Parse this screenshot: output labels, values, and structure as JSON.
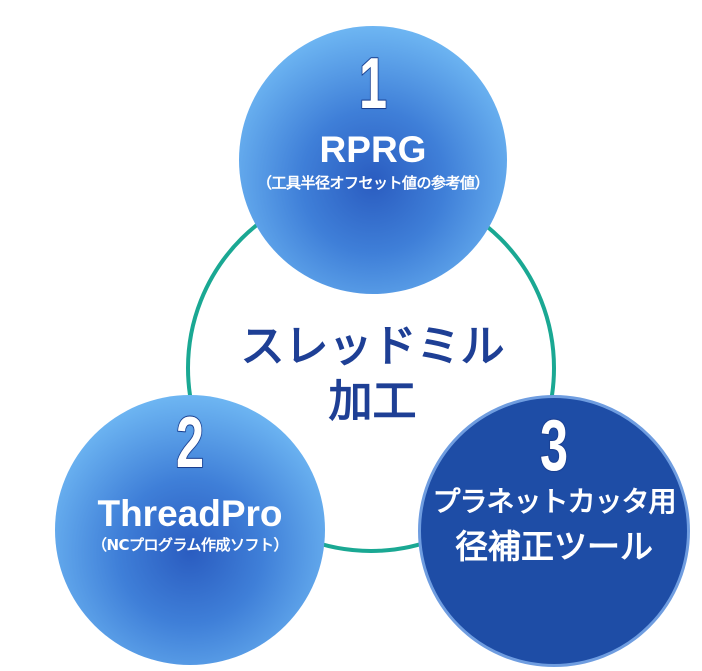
{
  "center": {
    "line1": "スレッドミル",
    "line2": "加工"
  },
  "items": [
    {
      "number": "1",
      "title": "RPRG",
      "subtitle": "（工具半径オフセット値の参考値）"
    },
    {
      "number": "2",
      "title": "ThreadPro",
      "subtitle": "（NCプログラム作成ソフト）"
    },
    {
      "number": "3",
      "line1": "プラネットカッタ用",
      "line2": "径補正ツール"
    }
  ],
  "colors": {
    "ring": "#1aa893",
    "dark_circle": "#1e4da6",
    "center_text": "#1e3f95"
  }
}
